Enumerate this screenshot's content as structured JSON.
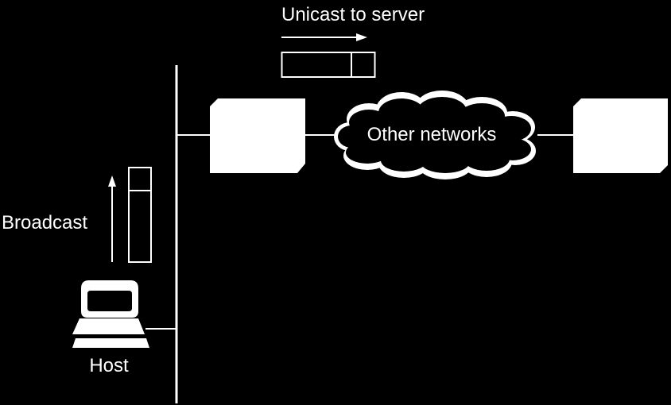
{
  "labels": {
    "unicast": "Unicast to server",
    "broadcast": "Broadcast",
    "cloud": "Other networks",
    "host": "Host"
  },
  "colors": {
    "background": "#000000",
    "foreground": "#ffffff"
  }
}
